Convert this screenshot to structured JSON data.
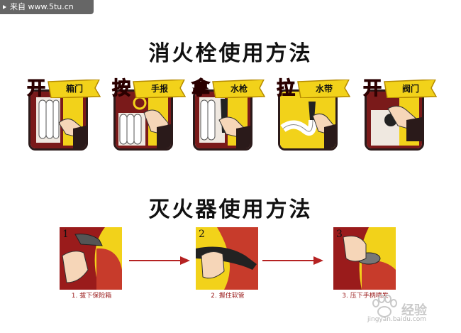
{
  "source_badge": "来自 www.5tu.cn",
  "hydrant_title": "消火栓使用方法",
  "hydrant_steps": [
    {
      "big": "开",
      "small": "箱门"
    },
    {
      "big": "按",
      "small": "手报"
    },
    {
      "big": "拿",
      "small": "水枪"
    },
    {
      "big": "拉",
      "small": "水带"
    },
    {
      "big": "开",
      "small": "阀门"
    }
  ],
  "extinguisher_title": "灭火器使用方法",
  "extinguisher_steps": [
    {
      "number": "1",
      "caption": "1. 拔下保险箱"
    },
    {
      "number": "2",
      "caption": "2. 握住软管"
    },
    {
      "number": "3",
      "caption": "3. 压下手柄喷发"
    }
  ],
  "watermark": {
    "main": "经验",
    "sub": "jingyan.baidu.com"
  },
  "colors": {
    "dark_red": "#7a1111",
    "yellow": "#f2d21a",
    "frame": "#2b1a1a",
    "arrow": "#b52222"
  }
}
